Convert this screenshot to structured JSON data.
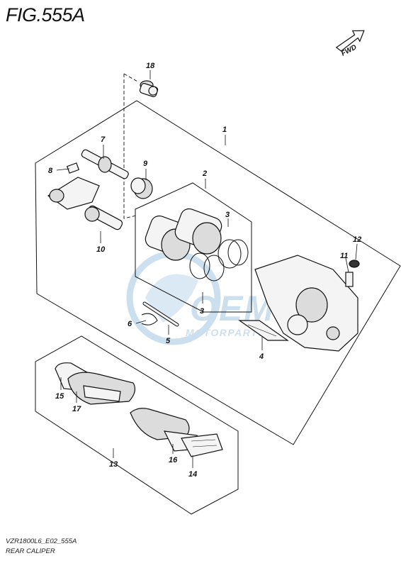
{
  "figure": {
    "title": "FIG.555A"
  },
  "fwd_label": "FWD",
  "watermark": {
    "brand": "OEM",
    "subtitle": "MOTORPARTS"
  },
  "callouts": [
    {
      "id": "c1",
      "label": "1"
    },
    {
      "id": "c2",
      "label": "2"
    },
    {
      "id": "c3a",
      "label": "3"
    },
    {
      "id": "c3b",
      "label": "3"
    },
    {
      "id": "c4",
      "label": "4"
    },
    {
      "id": "c5",
      "label": "5"
    },
    {
      "id": "c6",
      "label": "6"
    },
    {
      "id": "c7",
      "label": "7"
    },
    {
      "id": "c8",
      "label": "8"
    },
    {
      "id": "c9",
      "label": "9"
    },
    {
      "id": "c10",
      "label": "10"
    },
    {
      "id": "c11",
      "label": "11"
    },
    {
      "id": "c12",
      "label": "12"
    },
    {
      "id": "c13",
      "label": "13"
    },
    {
      "id": "c14",
      "label": "14"
    },
    {
      "id": "c15",
      "label": "15"
    },
    {
      "id": "c16",
      "label": "16"
    },
    {
      "id": "c17",
      "label": "17"
    },
    {
      "id": "c18",
      "label": "18"
    }
  ],
  "footer": {
    "code": "VZR1800L6_E02_555A",
    "caption": "REAR CALIPER"
  }
}
